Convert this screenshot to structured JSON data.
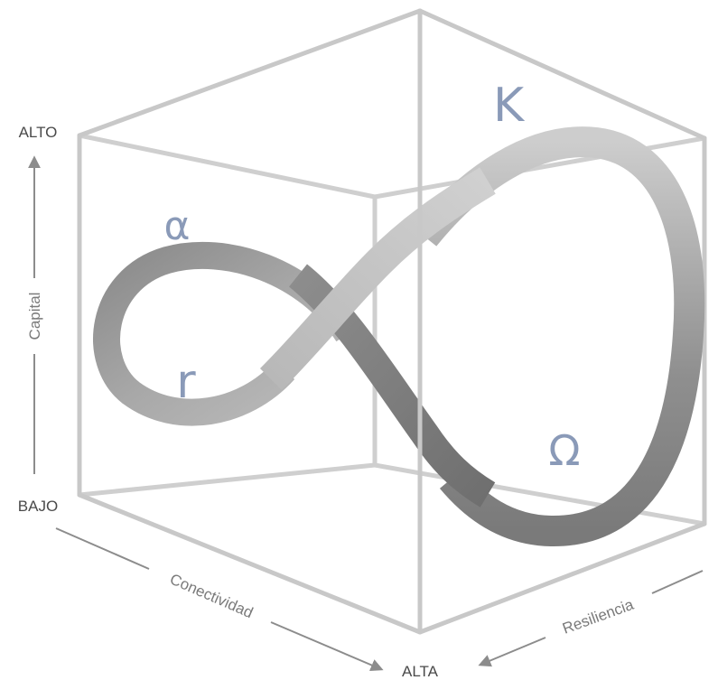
{
  "axes": {
    "capital": {
      "label": "Capital",
      "high": "ALTO",
      "low": "BAJO"
    },
    "connectivity": {
      "label": "Conectividad",
      "end": "ALTA"
    },
    "resilience": {
      "label": "Resiliencia"
    }
  },
  "phases": {
    "exploitation": "r",
    "conservation": "K",
    "release": "Ω",
    "reorganization": "α"
  },
  "colors": {
    "letters": "#8a9ab8",
    "cube": "#cfcfcf",
    "axis": "#8c8c8c",
    "loop_light": "#c8c8c8",
    "loop_dark": "#7a7a7a"
  }
}
